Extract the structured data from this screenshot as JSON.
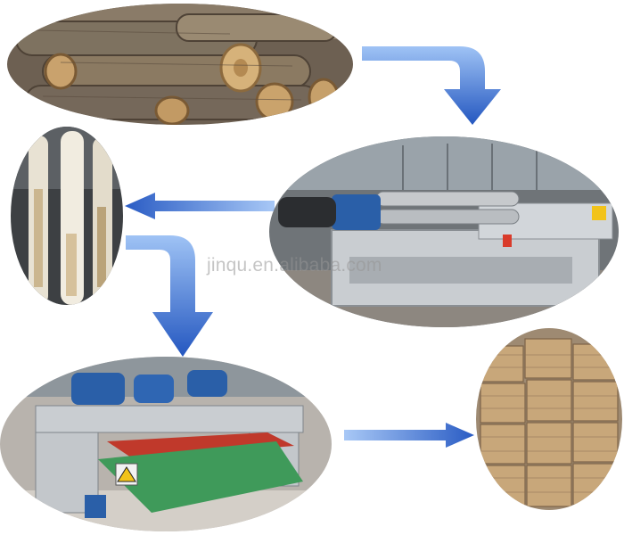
{
  "watermark": "jinqu.en.alibaba.com",
  "colors": {
    "arrow_blue": "#2f6fd6",
    "machine_grey": "#c9cdd1",
    "motor_blue": "#2a5fa8",
    "conveyor_green": "#3f9a5a",
    "wood": "#b49063",
    "bark": "#6b5a48",
    "veneer": "#c8a77a"
  },
  "steps": [
    {
      "id": "raw-logs",
      "icon": "log-pile-photo"
    },
    {
      "id": "debarking-machine",
      "icon": "debarker-machine-photo"
    },
    {
      "id": "debarked-logs",
      "icon": "debarked-logs-photo"
    },
    {
      "id": "peeling-machine",
      "icon": "veneer-peeling-lathe-photo"
    },
    {
      "id": "veneer-stacks",
      "icon": "veneer-sheet-stack-photo"
    }
  ]
}
